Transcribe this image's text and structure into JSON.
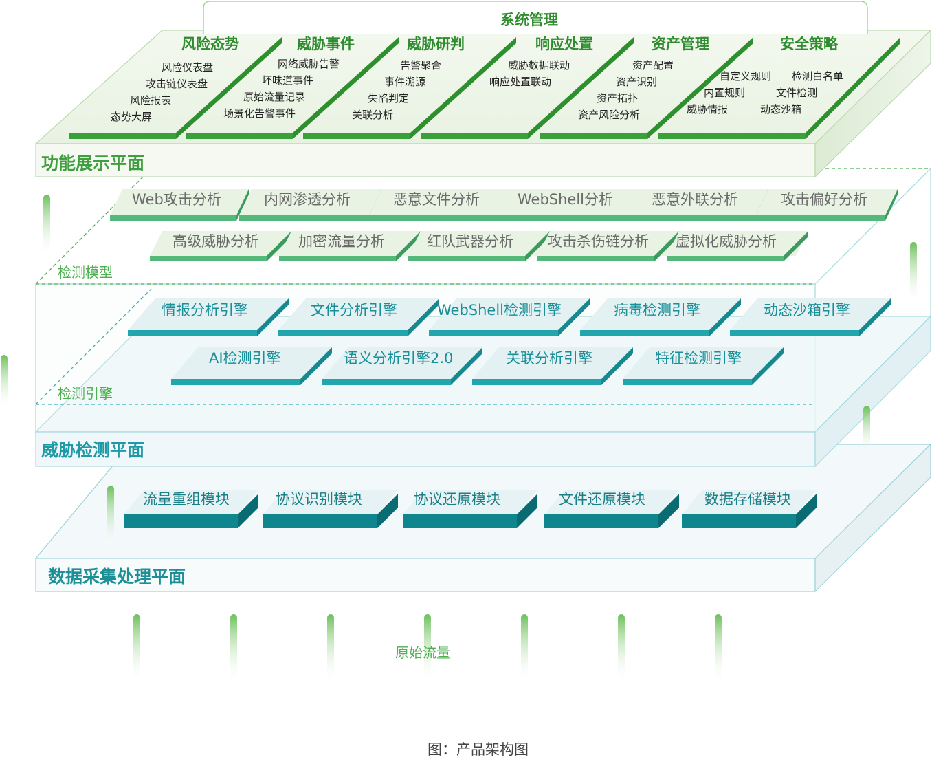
{
  "system_management": "系统管理",
  "function_plane": {
    "title": "功能展示平面",
    "categories": [
      {
        "title": "风险态势",
        "items": [
          "风险仪表盘",
          "攻击链仪表盘",
          "风险报表",
          "态势大屏"
        ]
      },
      {
        "title": "威胁事件",
        "items": [
          "网络威胁告警",
          "坏味道事件",
          "原始流量记录",
          "场景化告警事件"
        ]
      },
      {
        "title": "威胁研判",
        "items": [
          "告警聚合",
          "事件溯源",
          "失陷判定",
          "关联分析"
        ]
      },
      {
        "title": "响应处置",
        "items": [
          "威胁数据联动",
          "响应处置联动"
        ]
      },
      {
        "title": "资产管理",
        "items": [
          "资产配置",
          "资产识别",
          "资产拓扑",
          "资产风险分析"
        ]
      },
      {
        "title": "安全策略",
        "items": [
          "自定义规则",
          "检测白名单",
          "内置规则",
          "文件检测",
          "威胁情报",
          "动态沙箱"
        ]
      }
    ]
  },
  "detection_models": {
    "label": "检测模型",
    "row1": [
      "Web攻击分析",
      "内网渗透分析",
      "恶意文件分析",
      "WebShell分析",
      "恶意外联分析",
      "攻击偏好分析"
    ],
    "row2": [
      "高级威胁分析",
      "加密流量分析",
      "红队武器分析",
      "攻击杀伤链分析",
      "虚拟化威胁分析"
    ]
  },
  "detection_engines": {
    "label": "检测引擎",
    "row1": [
      "情报分析引擎",
      "文件分析引擎",
      "WebShell检测引擎",
      "病毒检测引擎",
      "动态沙箱引擎"
    ],
    "row2": [
      "AI检测引擎",
      "语义分析引擎2.0",
      "关联分析引擎",
      "特征检测引擎"
    ]
  },
  "threat_plane": {
    "title": "威胁检测平面"
  },
  "data_plane": {
    "title": "数据采集处理平面",
    "modules": [
      "流量重组模块",
      "协议识别模块",
      "协议还原模块",
      "文件还原模块",
      "数据存储模块"
    ]
  },
  "raw_traffic": "原始流量",
  "caption": "图：产品架构图",
  "colors": {
    "green": "#4caf50",
    "dark_green": "#2e9a3a",
    "teal": "#1a9aa3",
    "dark_teal": "#0f7f87"
  }
}
